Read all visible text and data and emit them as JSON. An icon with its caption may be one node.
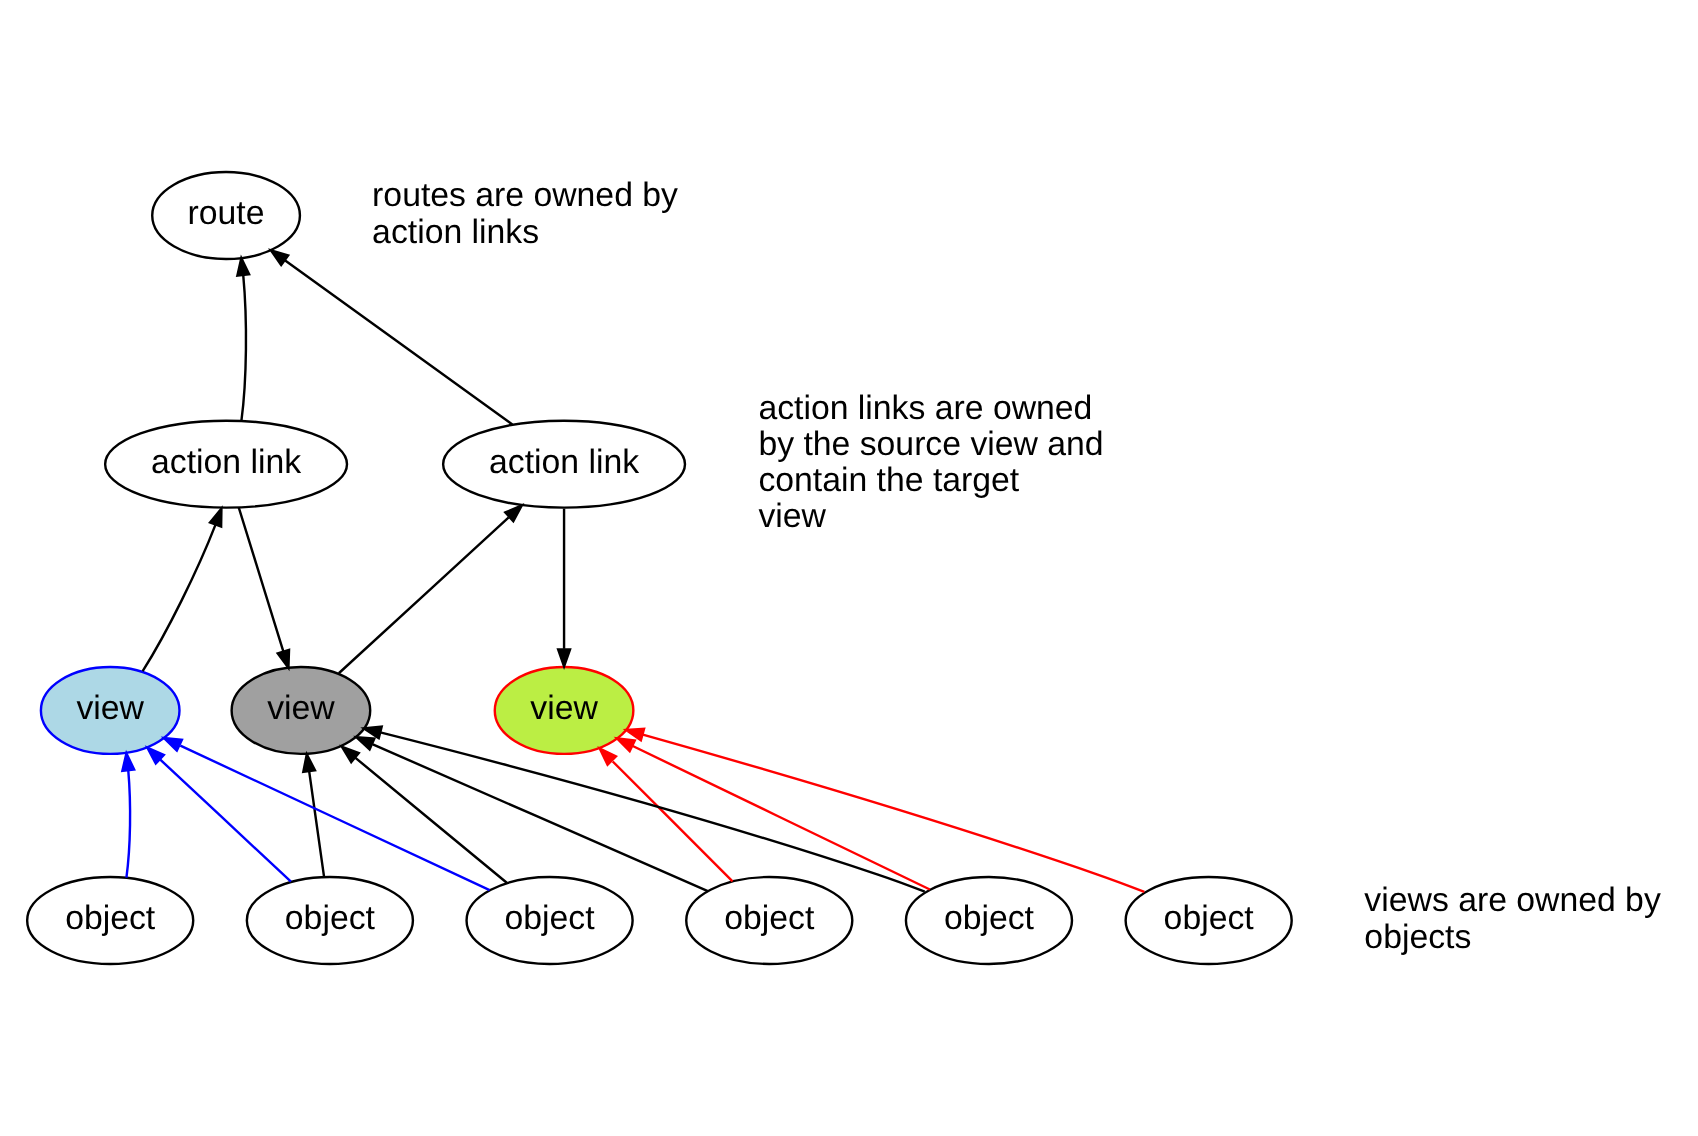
{
  "diagram": {
    "nodes": [
      {
        "text": [
          "route"
        ]
      },
      {
        "text": [
          "action link"
        ]
      },
      {
        "text": [
          "action link"
        ]
      },
      {
        "text": [
          "view"
        ]
      },
      {
        "text": [
          "view"
        ]
      },
      {
        "text": [
          "view"
        ]
      },
      {
        "text": [
          "object"
        ]
      },
      {
        "text": [
          "object"
        ]
      },
      {
        "text": [
          "object"
        ]
      },
      {
        "text": [
          "object"
        ]
      },
      {
        "text": [
          "object"
        ]
      },
      {
        "text": [
          "object"
        ]
      }
    ],
    "edges": [
      {
        "from": 1,
        "to": 0,
        "arrow": "to"
      },
      {
        "from": 2,
        "to": 0,
        "arrow": "to"
      },
      {
        "from": 3,
        "to": 1,
        "arrow": "to"
      },
      {
        "from": 1,
        "to": 4,
        "arrow": "to"
      },
      {
        "from": 4,
        "to": 2,
        "arrow": "to"
      },
      {
        "from": 2,
        "to": 5,
        "arrow": "to"
      },
      {
        "from": 6,
        "to": 3,
        "arrow": "to",
        "color": "#0000ff"
      },
      {
        "from": 7,
        "to": 3,
        "arrow": "to",
        "color": "#0000ff"
      },
      {
        "from": 8,
        "to": 3,
        "arrow": "to",
        "color": "#0000ff"
      },
      {
        "from": 7,
        "to": 4,
        "arrow": "to"
      },
      {
        "from": 8,
        "to": 4,
        "arrow": "to"
      },
      {
        "from": 9,
        "to": 4,
        "arrow": "to"
      },
      {
        "from": 10,
        "to": 4,
        "arrow": "to"
      },
      {
        "from": 9,
        "to": 5,
        "arrow": "to",
        "color": "#ff0000"
      },
      {
        "from": 10,
        "to": 5,
        "arrow": "to",
        "color": "#ff0000"
      },
      {
        "from": 11,
        "to": 5,
        "arrow": "to",
        "color": "#ff0000"
      }
    ],
    "labels": [
      "routes are owned by action links",
      "action links are owned by the source view and contain the target view",
      "views are owned by objects"
    ]
  }
}
